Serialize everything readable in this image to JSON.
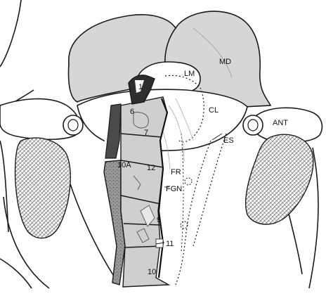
{
  "labels": {
    "md": "MD",
    "lm": "LM",
    "cl": "CL",
    "ant": "ANT",
    "es": "ES",
    "fr": "FR",
    "fgn": "FGN"
  },
  "numbers": {
    "n1": "1",
    "n6": "6",
    "n7": "7",
    "n10a": "10A",
    "n12": "12",
    "n9": "9",
    "n11": "11",
    "n10": "10"
  },
  "colors": {
    "mandible": "#d9d9d9",
    "dark_sclerite": "#3a3a3a",
    "light_plate": "#c8c8c8",
    "eye_hatch": "#6b6b6b"
  }
}
